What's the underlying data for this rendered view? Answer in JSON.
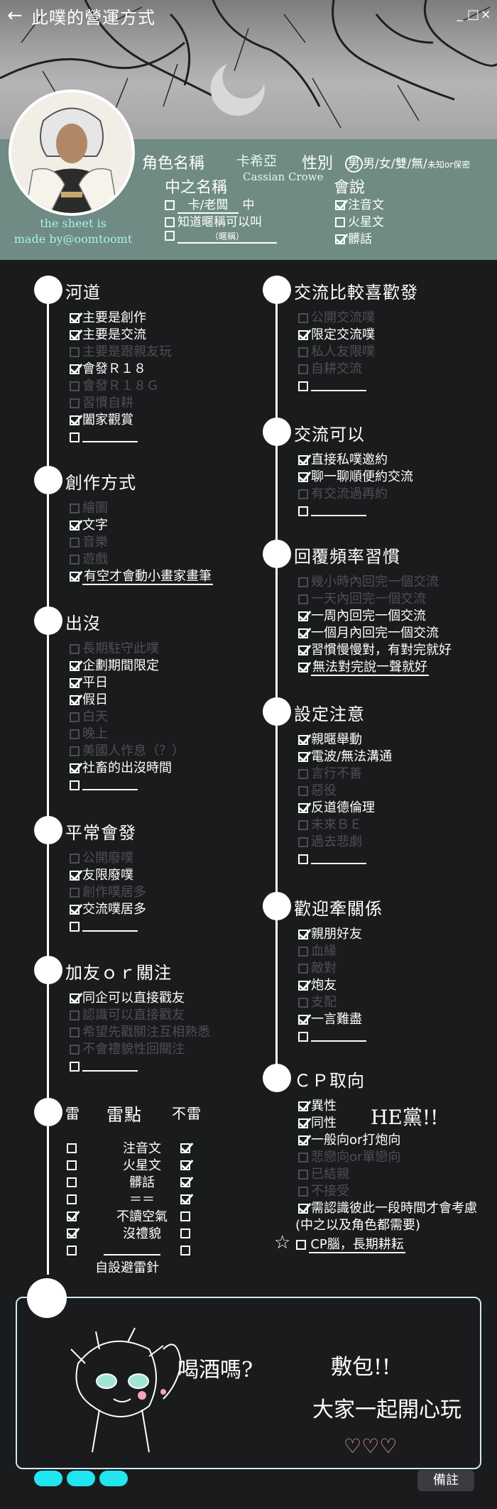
{
  "header": {
    "back_icon": "arrow-left-icon",
    "title": "此噗的營運方式",
    "window_controls": [
      "_",
      "□",
      "×"
    ]
  },
  "profile": {
    "name_label": "角色名稱",
    "name_value": "卡希亞",
    "name_en": "Cassian Crowe",
    "gender_label": "性別",
    "gender_options_text": "男/女/雙/無/",
    "gender_unknown": "未知or保密",
    "gender_selected": "男",
    "nickname_label": "中之名稱",
    "nickname_row1_value": "卡/老闆",
    "nickname_row1_suffix": "中",
    "nickname_row2": "知道暱稱可以叫",
    "nickname_row3_hint": "（暱稱）",
    "speak_label": "會說",
    "speak_items": [
      {
        "label": "注音文",
        "checked": true
      },
      {
        "label": "火星文",
        "checked": false
      },
      {
        "label": "髒話",
        "checked": true
      }
    ],
    "credit_line1": "the sheet is",
    "credit_line2": "made by@oomtoomt"
  },
  "left_sections": [
    {
      "title": "河道",
      "items": [
        {
          "label": "主要是創作",
          "checked": true,
          "dim": false
        },
        {
          "label": "主要是交流",
          "checked": true,
          "dim": false
        },
        {
          "label": "主要是跟親友玩",
          "checked": false,
          "dim": true
        },
        {
          "label": "會發Ｒ１８",
          "checked": true,
          "dim": false
        },
        {
          "label": "會發Ｒ１８Ｇ",
          "checked": false,
          "dim": true
        },
        {
          "label": "習慣自耕",
          "checked": false,
          "dim": true
        },
        {
          "label": "闔家觀賞",
          "checked": true,
          "dim": false
        },
        {
          "label": "",
          "checked": false,
          "dim": false,
          "blank": true
        }
      ]
    },
    {
      "title": "創作方式",
      "items": [
        {
          "label": "繪圖",
          "checked": false,
          "dim": true
        },
        {
          "label": "文字",
          "checked": true,
          "dim": false
        },
        {
          "label": "音樂",
          "checked": false,
          "dim": true
        },
        {
          "label": "遊戲",
          "checked": false,
          "dim": true
        },
        {
          "label": "有空才會動小畫家畫筆",
          "checked": true,
          "dim": false,
          "underline": true
        }
      ]
    },
    {
      "title": "出沒",
      "items": [
        {
          "label": "長期駐守此噗",
          "checked": false,
          "dim": true
        },
        {
          "label": "企劃期間限定",
          "checked": true,
          "dim": false
        },
        {
          "label": "平日",
          "checked": true,
          "dim": false
        },
        {
          "label": "假日",
          "checked": true,
          "dim": false
        },
        {
          "label": "白天",
          "checked": false,
          "dim": true
        },
        {
          "label": "晚上",
          "checked": false,
          "dim": true
        },
        {
          "label": "美國人作息（？）",
          "checked": false,
          "dim": true
        },
        {
          "label": "社畜的出沒時間",
          "checked": true,
          "dim": false
        },
        {
          "label": "",
          "checked": false,
          "dim": false,
          "blank": true
        }
      ]
    },
    {
      "title": "平常會發",
      "items": [
        {
          "label": "公開廢噗",
          "checked": false,
          "dim": true
        },
        {
          "label": "友限廢噗",
          "checked": true,
          "dim": false
        },
        {
          "label": "創作噗居多",
          "checked": false,
          "dim": true
        },
        {
          "label": "交流噗居多",
          "checked": true,
          "dim": false
        },
        {
          "label": "",
          "checked": false,
          "dim": false,
          "blank": true
        }
      ]
    },
    {
      "title": "加友ｏｒ關注",
      "items": [
        {
          "label": "同企可以直接戳友",
          "checked": true,
          "dim": false
        },
        {
          "label": "認識可以直接戳友",
          "checked": false,
          "dim": true
        },
        {
          "label": "希望先戳關注互相熟悉",
          "checked": false,
          "dim": true
        },
        {
          "label": "不會禮貌性回關注",
          "checked": false,
          "dim": true
        },
        {
          "label": "",
          "checked": false,
          "dim": false,
          "blank": true
        }
      ]
    }
  ],
  "right_sections": [
    {
      "title": "交流比較喜歡發",
      "items": [
        {
          "label": "公開交流噗",
          "checked": false,
          "dim": true
        },
        {
          "label": "限定交流噗",
          "checked": true,
          "dim": false
        },
        {
          "label": "私人友限噗",
          "checked": false,
          "dim": true
        },
        {
          "label": "自耕交流",
          "checked": false,
          "dim": true
        },
        {
          "label": "",
          "checked": false,
          "dim": false,
          "blank": true
        }
      ]
    },
    {
      "title": "交流可以",
      "items": [
        {
          "label": "直接私噗邀約",
          "checked": true,
          "dim": false
        },
        {
          "label": "聊一聊順便約交流",
          "checked": true,
          "dim": false
        },
        {
          "label": "有交流過再約",
          "checked": false,
          "dim": true
        },
        {
          "label": "",
          "checked": false,
          "dim": false,
          "blank": true
        }
      ]
    },
    {
      "title": "回覆頻率習慣",
      "items": [
        {
          "label": "幾小時內回完一個交流",
          "checked": false,
          "dim": true
        },
        {
          "label": "一天內回完一個交流",
          "checked": false,
          "dim": true
        },
        {
          "label": "一周內回完一個交流",
          "checked": true,
          "dim": false
        },
        {
          "label": "一個月內回完一個交流",
          "checked": true,
          "dim": false
        },
        {
          "label": "習慣慢慢對，有對完就好",
          "checked": true,
          "dim": false
        },
        {
          "label": "無法對完說一聲就好",
          "checked": true,
          "dim": false,
          "underline": true
        }
      ]
    },
    {
      "title": "設定注意",
      "items": [
        {
          "label": "親暱舉動",
          "checked": true,
          "dim": false
        },
        {
          "label": "電波/無法溝通",
          "checked": true,
          "dim": false
        },
        {
          "label": "言行不善",
          "checked": false,
          "dim": true
        },
        {
          "label": "惡役",
          "checked": false,
          "dim": true
        },
        {
          "label": "反道德倫理",
          "checked": true,
          "dim": false
        },
        {
          "label": "未來ＢＥ",
          "checked": false,
          "dim": true
        },
        {
          "label": "過去悲劇",
          "checked": false,
          "dim": true
        },
        {
          "label": "",
          "checked": false,
          "dim": false,
          "blank": true
        }
      ]
    },
    {
      "title": "歡迎牽關係",
      "items": [
        {
          "label": "親朋好友",
          "checked": true,
          "dim": false
        },
        {
          "label": "血緣",
          "checked": false,
          "dim": true
        },
        {
          "label": "敵對",
          "checked": false,
          "dim": true
        },
        {
          "label": "炮友",
          "checked": true,
          "dim": false
        },
        {
          "label": "支配",
          "checked": false,
          "dim": true
        },
        {
          "label": "一言難盡",
          "checked": true,
          "dim": false
        },
        {
          "label": "",
          "checked": false,
          "dim": false,
          "blank": true
        }
      ]
    },
    {
      "title": "ＣＰ取向",
      "items": [
        {
          "label": "異性",
          "checked": true,
          "dim": false
        },
        {
          "label": "同性",
          "checked": true,
          "dim": false
        },
        {
          "label": "一般向or打炮向",
          "checked": true,
          "dim": false
        },
        {
          "label": "悲戀向or單戀向",
          "checked": false,
          "dim": true
        },
        {
          "label": "已結親",
          "checked": false,
          "dim": true
        },
        {
          "label": "不接受",
          "checked": false,
          "dim": true
        },
        {
          "label": "需認識彼此一段時間才會考慮",
          "checked": true,
          "dim": false
        },
        {
          "label": "(中之以及角色都需要)",
          "checked": false,
          "dim": false,
          "nobox": true
        },
        {
          "label": "CP腦，長期耕耘",
          "checked": false,
          "dim": false,
          "star": true
        }
      ]
    }
  ],
  "landmine": {
    "left_header": "雷",
    "center_header": "雷點",
    "right_header": "不雷",
    "rows": [
      {
        "label": "注音文",
        "left": false,
        "right": true
      },
      {
        "label": "火星文",
        "left": false,
        "right": true
      },
      {
        "label": "髒話",
        "left": false,
        "right": true
      },
      {
        "label": "＝＝",
        "left": false,
        "right": true
      },
      {
        "label": "不讀空氣",
        "left": true,
        "right": false
      },
      {
        "label": "沒禮貌",
        "left": true,
        "right": false
      },
      {
        "label": "",
        "left": false,
        "right": false,
        "blank": true
      }
    ],
    "footer": "自設避雷針"
  },
  "annotations": {
    "cp_note": "HE黨!!",
    "speech": "喝酒嗎?",
    "greet_line1": "敷包!!",
    "greet_line2": "大家一起開心玩",
    "hearts": "♡♡♡"
  },
  "footer": {
    "remark_button": "備註"
  },
  "colors": {
    "background": "#1a1b1d",
    "band": "#6f8b83",
    "accent": "#22e6ef",
    "dim_text": "#4d4f52"
  }
}
